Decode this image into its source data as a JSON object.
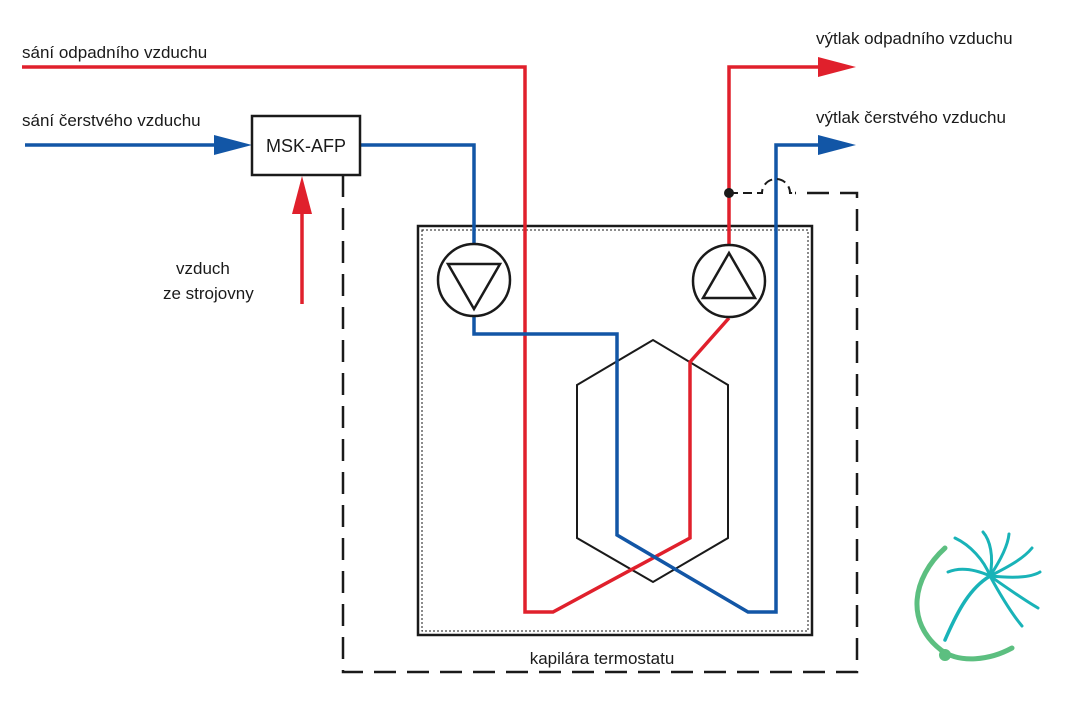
{
  "labels": {
    "exhaust_intake": "sání odpadního vzduchu",
    "fresh_intake": "sání čerstvého vzduchu",
    "exhaust_outlet": "výtlak odpadního vzduchu",
    "fresh_outlet": "výtlak čerstvého vzduchu",
    "machine_room_air_line1": "vzduch",
    "machine_room_air_line2": "ze strojovny",
    "thermostat_capillary": "kapilára termostatu",
    "damper_box": "MSK-AFP"
  },
  "colors": {
    "exhaust_line": "#e0202c",
    "fresh_line": "#1256a6",
    "outline": "#1a1a1a",
    "logo_green": "#5cbf80",
    "logo_teal": "#19b3b8"
  },
  "icons": {
    "supply_fan": "fan-triangle-down-icon",
    "exhaust_fan": "fan-triangle-up-icon",
    "heat_exchanger": "hexagon-heat-exchanger-icon",
    "logo": "dandelion-logo-icon"
  }
}
